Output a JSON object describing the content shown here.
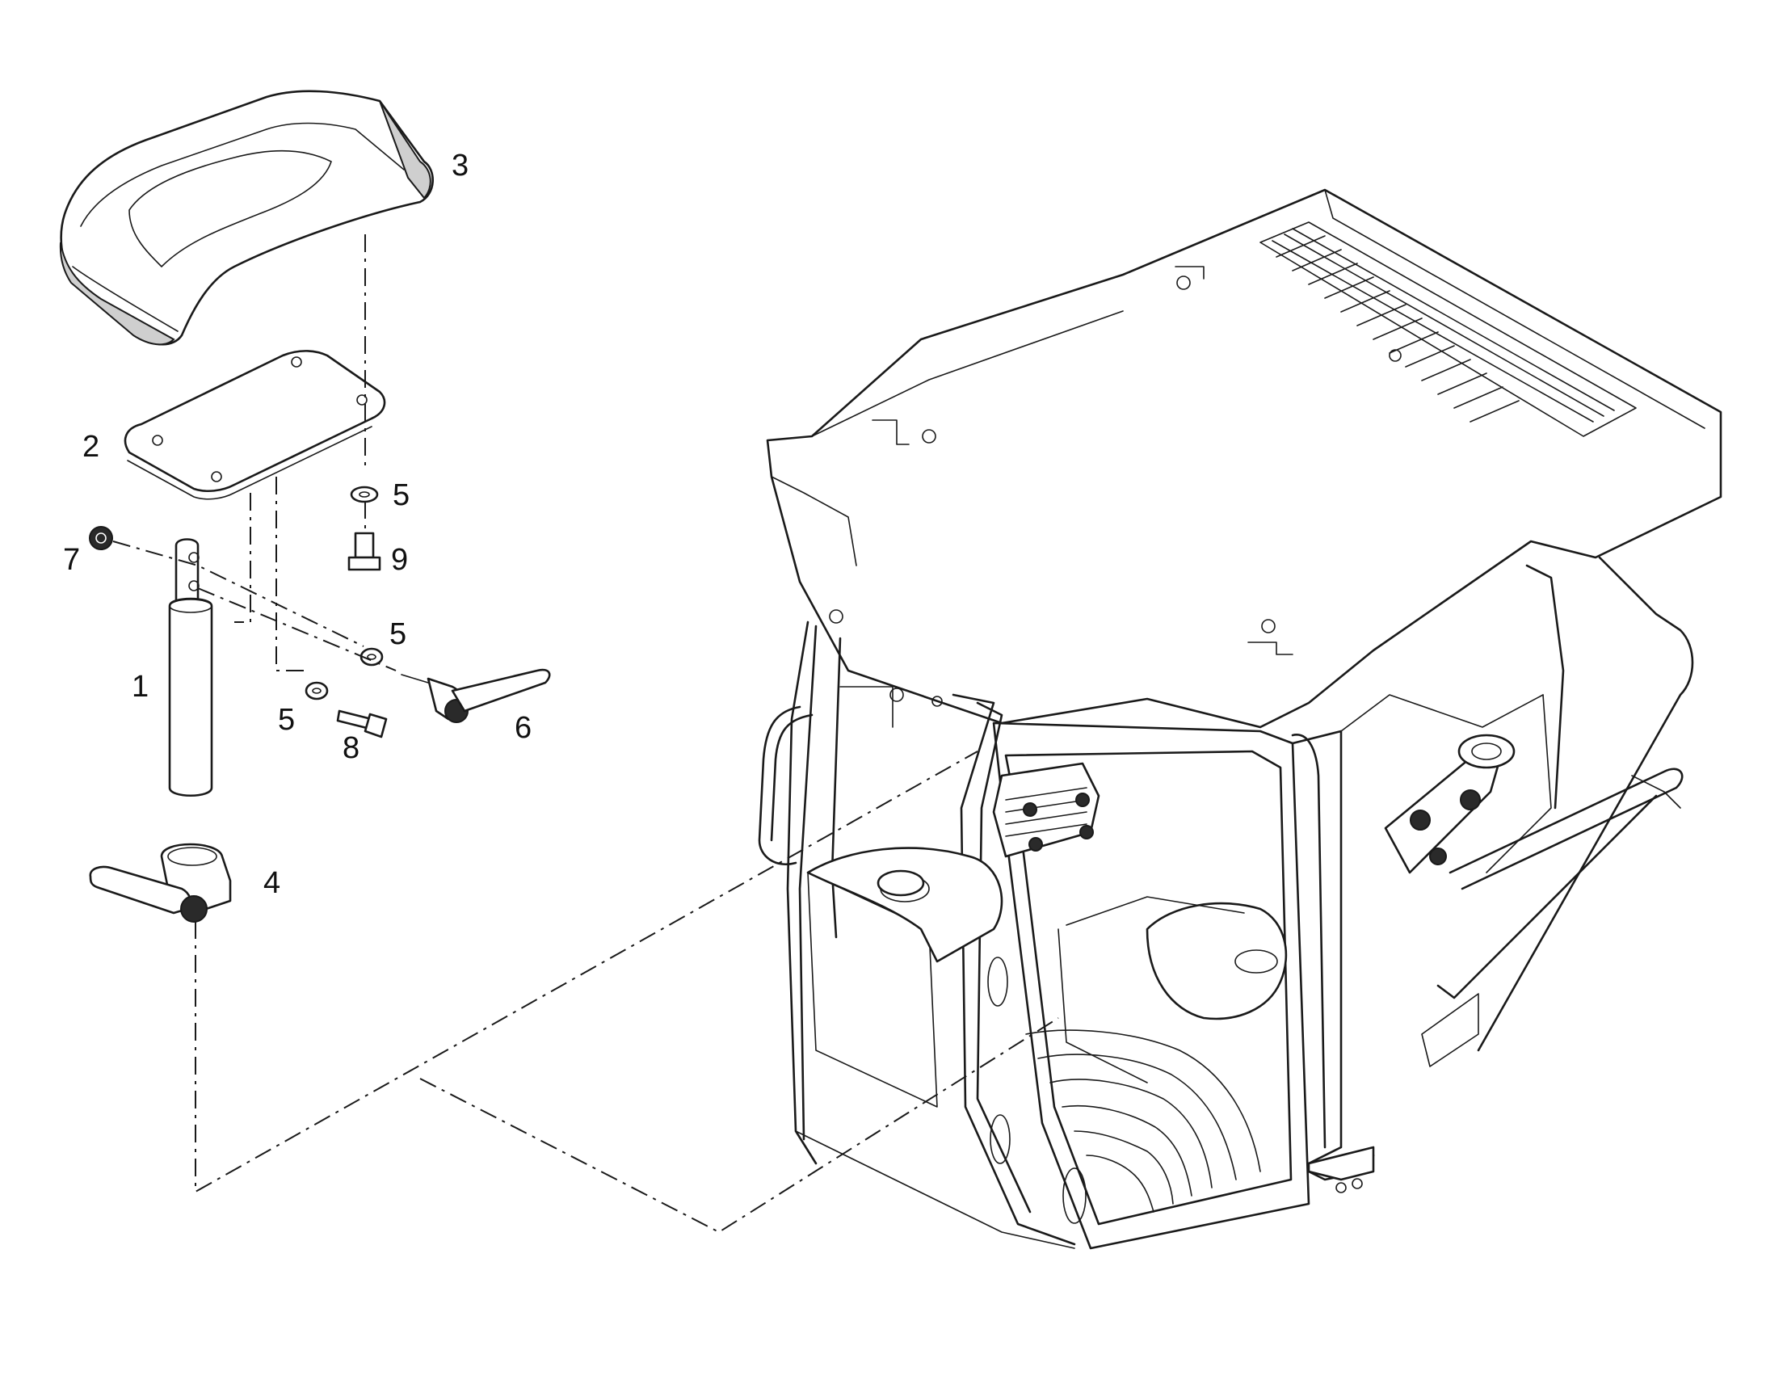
{
  "callouts": {
    "c1": "1",
    "c2": "2",
    "c3": "3",
    "c4": "4",
    "c5a": "5",
    "c5b": "5",
    "c5c": "5",
    "c6": "6",
    "c7": "7",
    "c8": "8",
    "c9": "9"
  },
  "colors": {
    "line": "#1a1a1a",
    "background": "#ffffff"
  }
}
